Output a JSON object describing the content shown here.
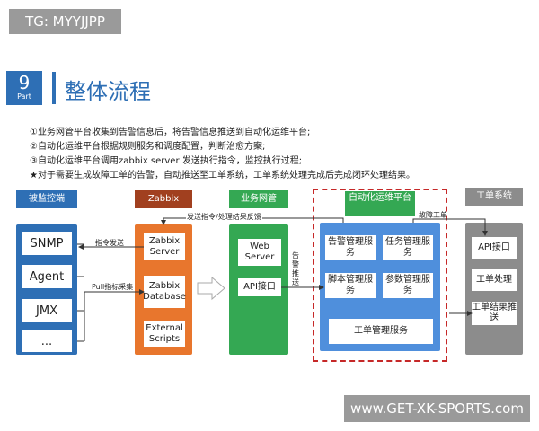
{
  "watermarks": {
    "top": "TG: MYYJJPP",
    "bottom": "www.GET-XK-SPORTS.com"
  },
  "header": {
    "part_num": "9",
    "part_label": "Part",
    "title": "整体流程"
  },
  "description": [
    "①业务网管平台收集到告警信息后，将告警信息推送到自动化运维平台;",
    "②自动化运维平台根据规则服务和调度配置，判断治愈方案;",
    "③自动化运维平台调用zabbix server 发送执行指令，监控执行过程;",
    "★对于需要生成故障工单的告警，自动推送至工单系统，工单系统处理完成后完成闭环处理结果。"
  ],
  "columns": {
    "monitored": {
      "header": "被监控端",
      "items": [
        "SNMP",
        "Agent",
        "JMX",
        "..."
      ]
    },
    "zabbix": {
      "header": "Zabbix",
      "items": [
        "Zabbix Server",
        "Zabbix Database",
        "External Scripts"
      ]
    },
    "business": {
      "header": "业务网管",
      "items": [
        "Web Server",
        "API接口"
      ]
    },
    "automation": {
      "header": "自动化运维平台",
      "items": [
        "告警管理服务",
        "任务管理服务",
        "脚本管理服务",
        "参数管理服务",
        "工单管理服务"
      ]
    },
    "ticket": {
      "header": "工单系统",
      "items": [
        "API接口",
        "工单处理",
        "工单结果推送"
      ]
    }
  },
  "arrows": {
    "send_command": "发送指令/处理结果反馈",
    "command_send": "指令发送",
    "pull_metrics": "Pull指标采集",
    "alarm_push": "告警推送",
    "fault_ticket": "故障工单"
  },
  "colors": {
    "brand_blue": "#2e6fb5",
    "green": "#34a853",
    "zabbix_orange": "#e8762d",
    "zabbix_header": "#a1401f",
    "automation_blue": "#4f8fdc",
    "ticket_gray": "#8c8c8c",
    "dashed_red": "#c62828"
  }
}
